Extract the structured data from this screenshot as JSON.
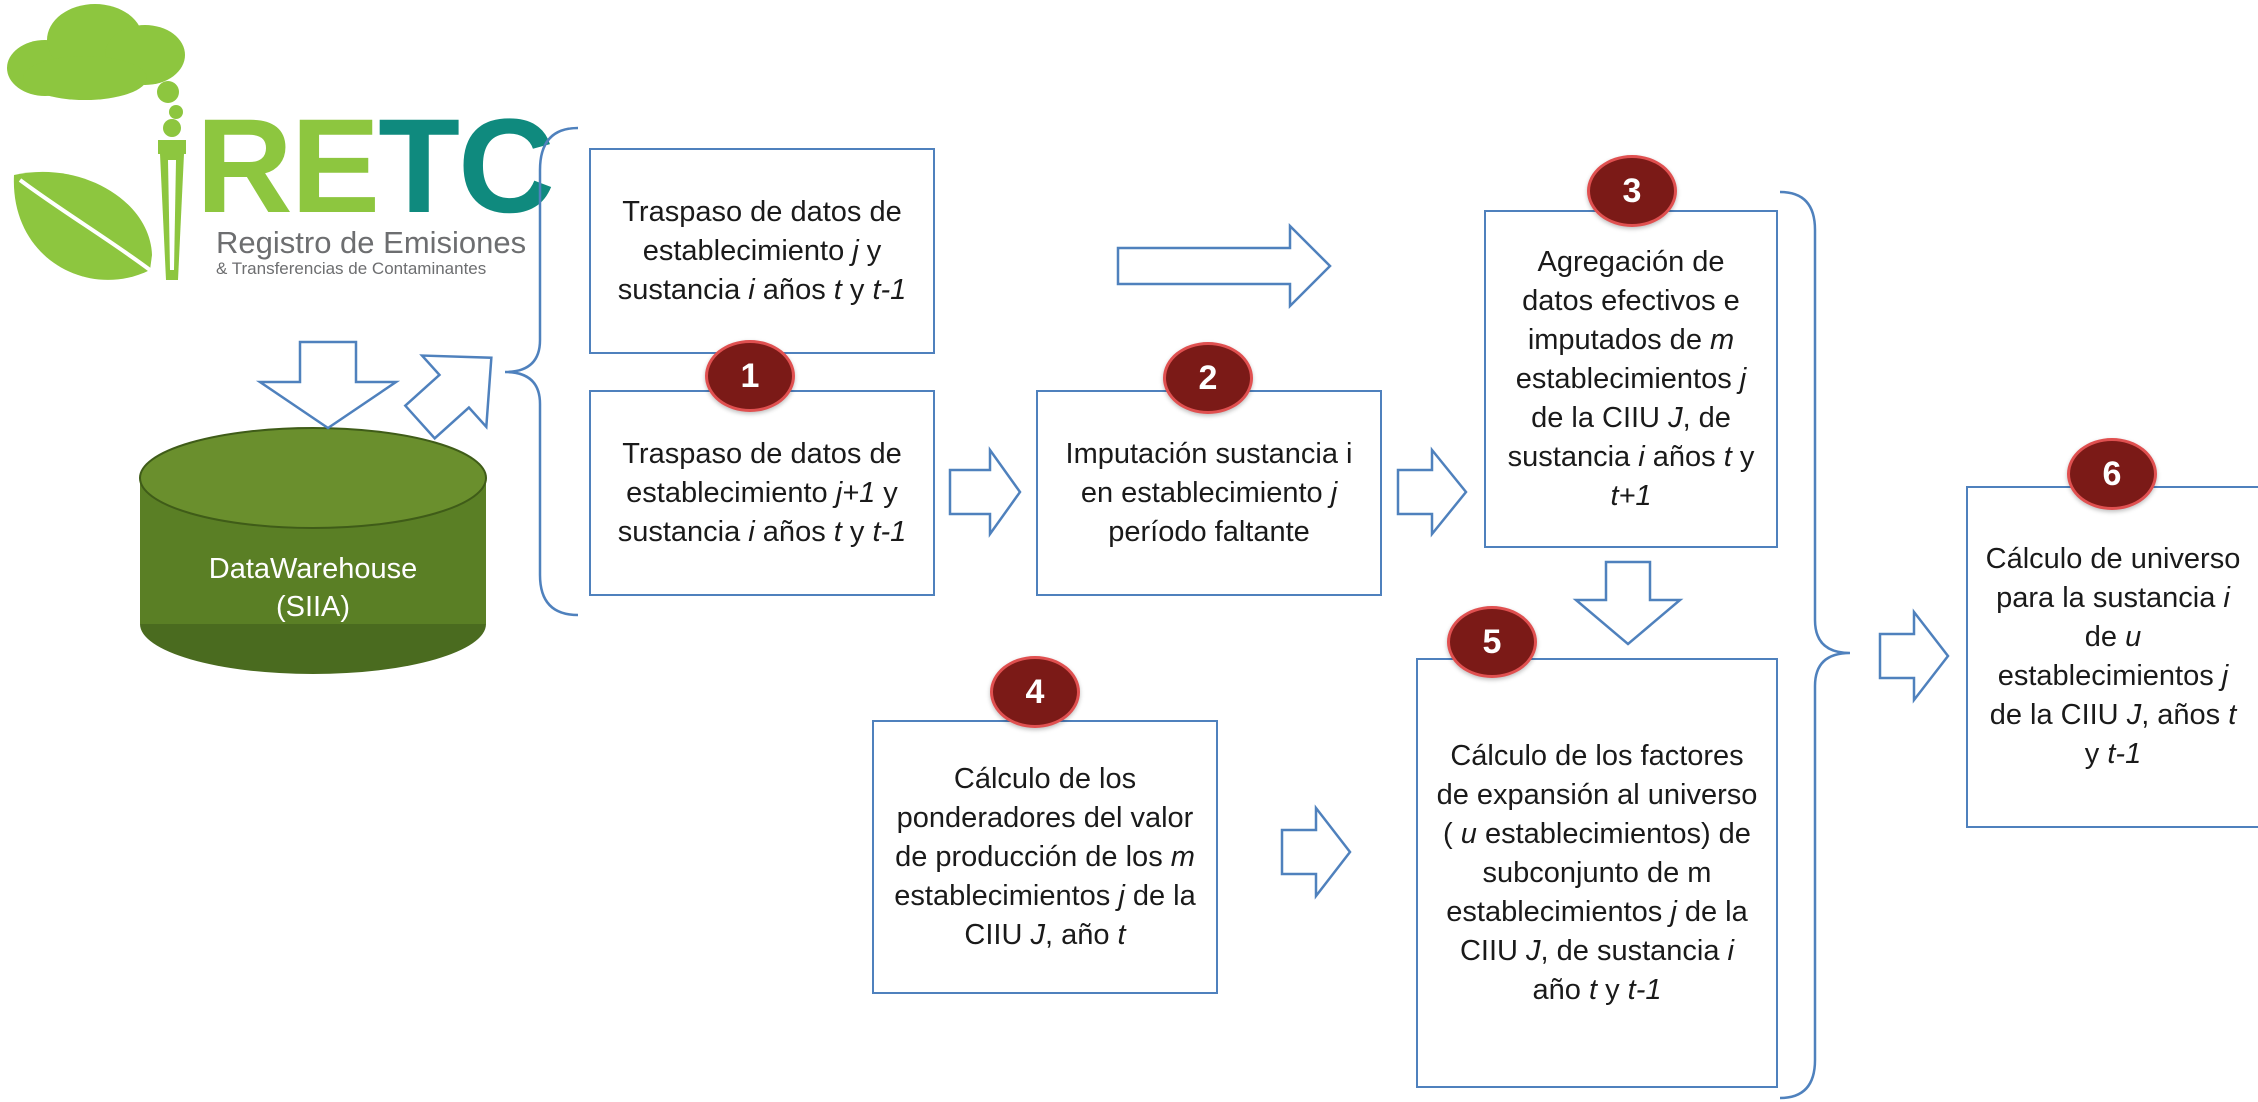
{
  "logo": {
    "word_r": "R",
    "word_e": "E",
    "word_tc": "TC",
    "subtitle_line1": "Registro de Emisiones",
    "subtitle_line2": "& Transferencias de Contaminantes",
    "colors": {
      "green": "#8dc63f",
      "teal": "#0f8a7e",
      "gray": "#6d6e70"
    }
  },
  "database": {
    "label_line1": "DataWarehouse",
    "label_line2": "(SIIA)"
  },
  "boxes": {
    "transfer_j": "Traspaso de datos de establecimiento <i>j</i> y sustancia <i>i</i> años <i>t</i> y <i>t-1</i>",
    "transfer_j1": "Traspaso de datos de establecimiento <i>j+1</i> y sustancia <i>i</i> años <i>t</i> y <i>t-1</i>",
    "imputation": "Imputación sustancia i en establecimiento <i>j</i> período faltante",
    "aggregation": "Agregación de datos efectivos e imputados de <i>m</i> establecimientos <i>j</i> de la CIIU <i>J</i>, de sustancia <i>i</i> años <i>t</i> y <i>t+1</i>",
    "weights": "Cálculo de los ponderadores del valor de producción de los <i>m</i> establecimientos <i>j</i> de la CIIU <i>J</i>, año <i>t</i>",
    "expansion": "Cálculo de los factores de expansión al universo ( <i>u</i> establecimientos) de subconjunto de m establecimientos <i>j</i> de la CIIU <i>J</i>, de sustancia <i>i</i> año <i>t</i> y <i>t-1</i>",
    "universe": "Cálculo de universo para la sustancia <i>i</i> de <i>u</i> establecimientos <i>j</i> de la CIIU <i>J</i>, años <i>t</i> y <i>t-1</i>"
  },
  "steps": [
    "1",
    "2",
    "3",
    "4",
    "5",
    "6"
  ],
  "colors": {
    "box_border": "#4f81bd",
    "badge_fill": "#7b1a17",
    "badge_ring": "#e05050",
    "db_dark": "#4a6b1f",
    "db_light": "#6a8f2d"
  }
}
